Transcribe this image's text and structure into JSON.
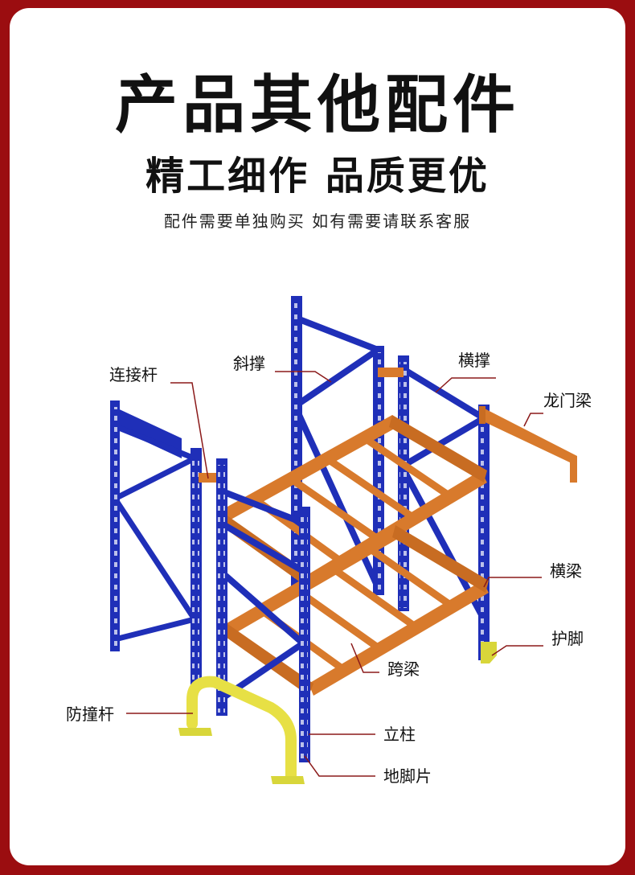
{
  "header": {
    "title": "产品其他配件",
    "subtitle": "精工细作 品质更优",
    "note": "配件需要单独购买 如有需要请联系客服"
  },
  "labels": {
    "connecting_rod": "连接杆",
    "diagonal_brace": "斜撑",
    "horizontal_brace": "横撑",
    "gantry_beam": "龙门梁",
    "cross_beam": "横梁",
    "foot_guard": "护脚",
    "span_beam": "跨梁",
    "anti_collision_bar": "防撞杆",
    "upright": "立柱",
    "foot_plate": "地脚片"
  },
  "colors": {
    "frame": "#1f2fb8",
    "beam": "#d87a2c",
    "guard": "#d8d63a",
    "leader": "#8b1a1a",
    "background": "#9b0d10"
  }
}
